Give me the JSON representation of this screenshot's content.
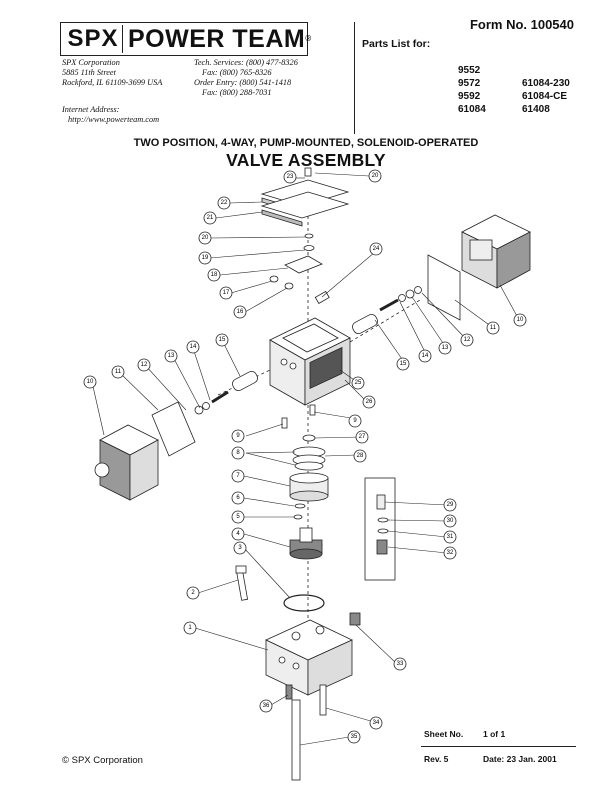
{
  "header": {
    "logo_spx": "SPX",
    "logo_power_team": "POWER TEAM",
    "address": [
      "SPX Corporation",
      "5885 11th Street",
      "Rockford, IL 61109-3699 USA"
    ],
    "contacts": [
      "Tech. Services: (800) 477-8326",
      "Fax: (800) 765-8326",
      "Order Entry: (800) 541-1418",
      "Fax: (800) 288-7031"
    ],
    "internet_label": "Internet Address:",
    "internet_url": "http://www.powerteam.com",
    "form_no": "Form No. 100540",
    "parts_list_label": "Parts List for:",
    "models_left": [
      "9552",
      "9572",
      "9592",
      "61084"
    ],
    "models_right": [
      "61084-230",
      "61084-CE",
      "61408"
    ]
  },
  "title": {
    "subtitle": "TWO POSITION, 4-WAY, PUMP-MOUNTED, SOLENOID-OPERATED",
    "main": "VALVE ASSEMBLY"
  },
  "diagram": {
    "callouts": [
      "1",
      "2",
      "3",
      "4",
      "5",
      "6",
      "7",
      "8",
      "9",
      "9",
      "10",
      "10",
      "11",
      "11",
      "12",
      "12",
      "13",
      "13",
      "14",
      "14",
      "15",
      "15",
      "16",
      "17",
      "18",
      "19",
      "20",
      "20",
      "21",
      "22",
      "23",
      "24",
      "25",
      "26",
      "27",
      "28",
      "29",
      "30",
      "31",
      "32",
      "33",
      "34",
      "35",
      "36"
    ]
  },
  "sheet": {
    "sheet_label": "Sheet No.",
    "sheet_value": "1 of 1",
    "rev_label": "Rev. 5",
    "date_value": "Date: 23 Jan. 2001"
  },
  "footer": {
    "copyright": "© SPX Corporation"
  }
}
